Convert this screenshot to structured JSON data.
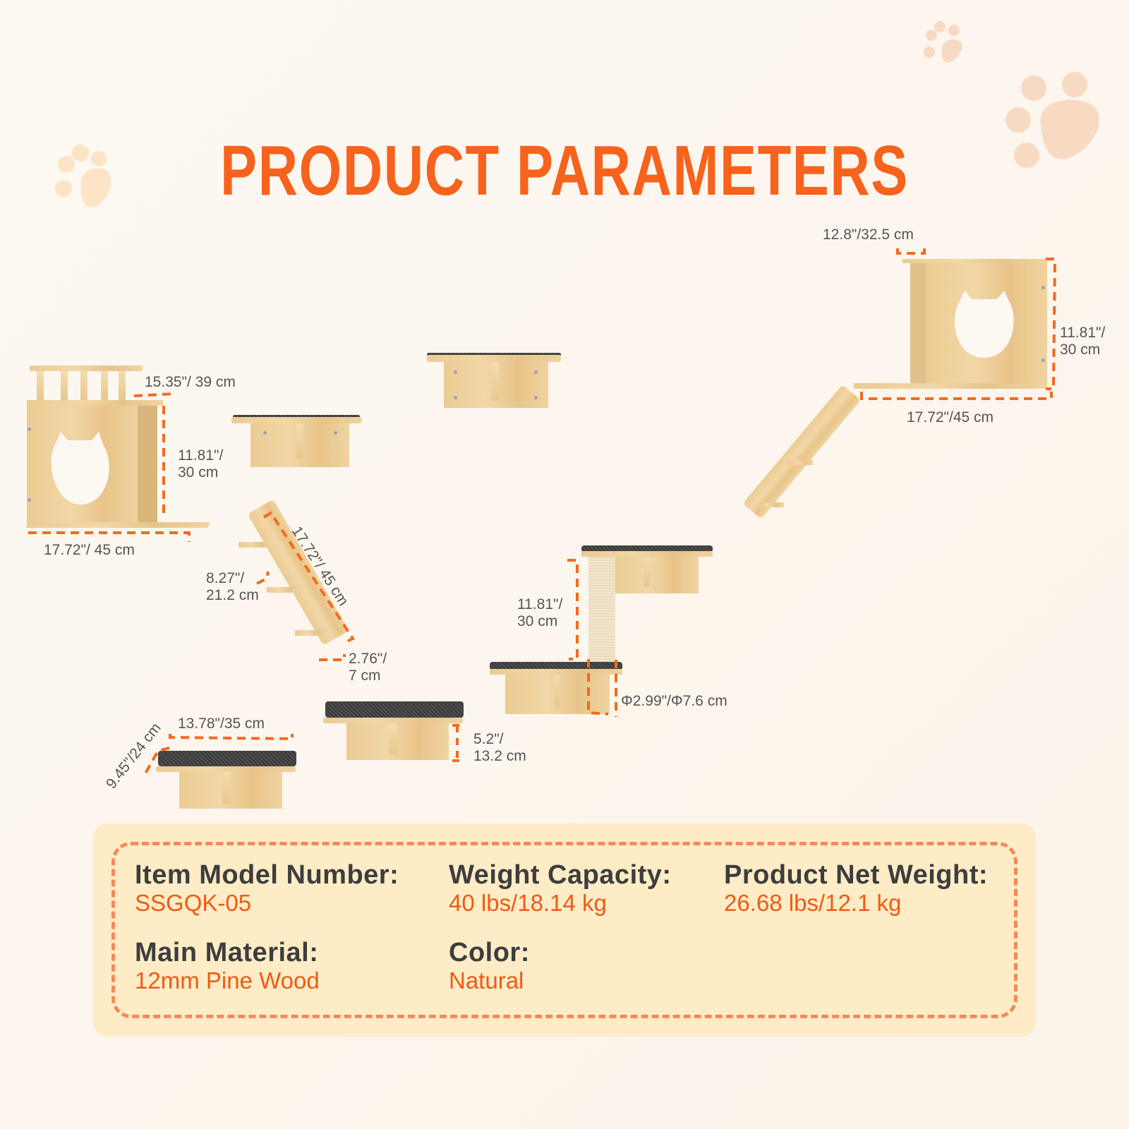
{
  "title": "PRODUCT PARAMETERS",
  "colors": {
    "accent": "#f7621c",
    "value_text": "#f05a14",
    "label_text": "#3d3d3d",
    "dimension_line": "#f26b1e",
    "panel_bg": "#fdecc6",
    "panel_border": "#f5895a",
    "paw_print": "#f8d9c2",
    "background": "#fdf8f1"
  },
  "decorations": {
    "paw_icons": [
      "paw-print-icon-small-top-right",
      "paw-print-icon-large-top-right",
      "paw-print-icon-left"
    ]
  },
  "components": {
    "condo_left": {
      "top_width": "15.35\"/ 39 cm",
      "height_line1": "11.81\"/",
      "height_line2": "30 cm",
      "bottom_width": "17.72\"/ 45 cm"
    },
    "condo_right": {
      "top_depth": "12.8\"/32.5 cm",
      "height_line1": "11.81\"/",
      "height_line2": "30 cm",
      "bottom_width": "17.72\"/45 cm"
    },
    "ladder": {
      "length": "17.72\"/ 45 cm",
      "step_spacing_line1": "8.27\"/",
      "step_spacing_line2": "21.2 cm",
      "width_line1": "2.76\"/",
      "width_line2": "7 cm"
    },
    "scratching_post": {
      "height_line1": "11.81\"/",
      "height_line2": "30 cm",
      "diameter": "Φ2.99\"/Φ7.6 cm"
    },
    "shelf_step": {
      "height_line1": "5.2\"/",
      "height_line2": "13.2 cm"
    },
    "shelf_small": {
      "width": "13.78\"/35 cm",
      "depth": "9.45\"/24 cm"
    }
  },
  "specs": [
    {
      "label": "Item Model Number:",
      "value": "SSGQK-05"
    },
    {
      "label": "Weight Capacity:",
      "value": "40 lbs/18.14 kg"
    },
    {
      "label": "Product Net Weight:",
      "value": "26.68 lbs/12.1 kg"
    },
    {
      "label": "Main Material:",
      "value": "12mm Pine Wood"
    },
    {
      "label": "Color:",
      "value": "Natural"
    }
  ]
}
